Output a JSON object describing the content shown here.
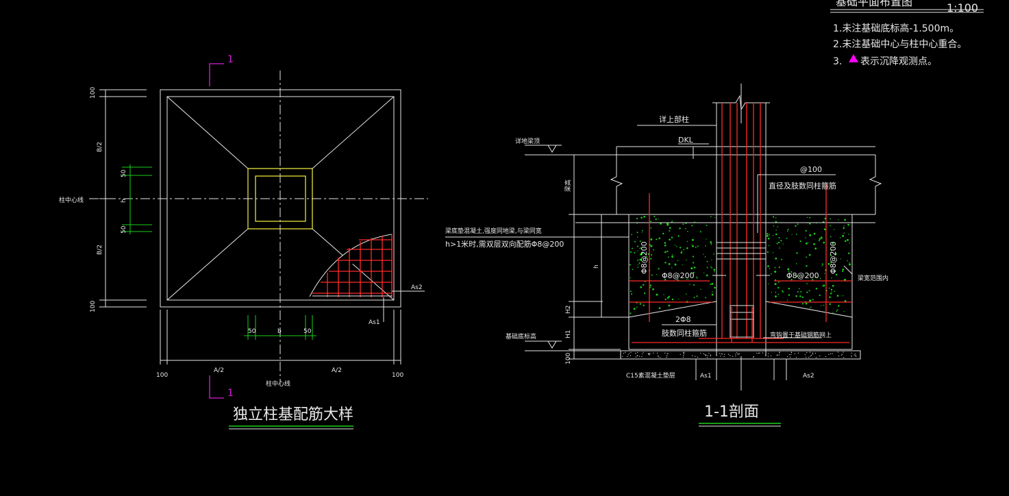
{
  "notes": {
    "heading": "基础平面布置图",
    "scale": "1:100",
    "items": [
      "1.未注基础底标高-1.500m。",
      "2.未注基础中心与柱中心重合。",
      "表示沉降观测点。"
    ],
    "item3_prefix": "3.",
    "marker_color": "#ff00ff"
  },
  "plan": {
    "title": "独立柱基配筋大样",
    "section_mark": "1",
    "column_center_label": "柱中心线",
    "dim_100": "100",
    "dim_b2": "B/2",
    "dim_h": "h",
    "dim_50": "50",
    "dim_a2": "A/2",
    "dim_b": "b",
    "as1": "As1",
    "as2": "As2"
  },
  "section": {
    "title": "1-1剖面",
    "upper_column": "详上部柱",
    "dkl": "DKL",
    "grade_label": "详地梁顶",
    "spacing_100": "@100",
    "stirrup_note": "直径及肢数同柱箍筋",
    "backfill_note_1": "梁底垫混凝土,强度同地梁,与梁同宽",
    "backfill_note_2": "h>1米时,需双层双向配筋Φ8@200",
    "phi8_200": "Φ8@200",
    "phi8_200_vertical": "Φ8@200",
    "two_phi8": "2Φ8",
    "legs_note": "肢数同柱箍筋",
    "hook_note": "弯钩置于基础钢筋网上",
    "side_note": "梁宽范围内",
    "base_label": "基础底标高",
    "dim_h": "h",
    "dim_h2": "H2",
    "dim_h1": "H1",
    "dim_100": "100",
    "cushion": "C15素混凝土垫层",
    "as1": "As1",
    "as2": "As2",
    "beam_depth": "梁高"
  }
}
